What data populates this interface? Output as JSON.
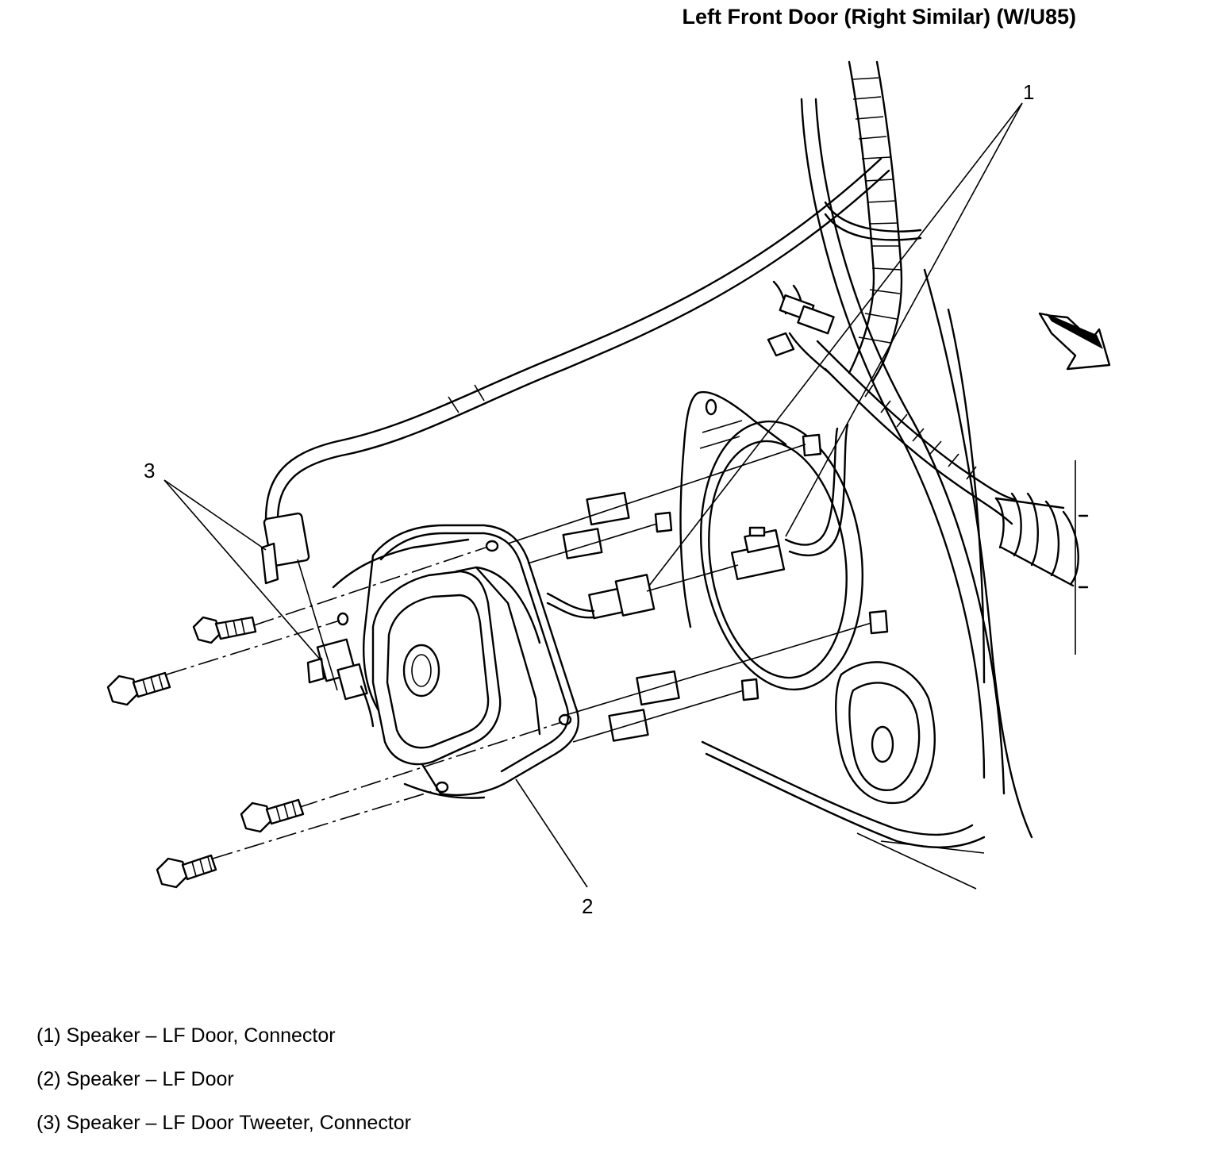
{
  "title": "Left Front Door (Right Similar) (W/U85)",
  "callouts": {
    "c1": "1",
    "c2": "2",
    "c3": "3"
  },
  "legend": [
    "(1) Speaker – LF Door, Connector",
    "(2) Speaker – LF Door",
    "(3) Speaker – LF Door Tweeter, Connector"
  ],
  "icons": {
    "view_direction": "arrow-down-right-icon"
  }
}
